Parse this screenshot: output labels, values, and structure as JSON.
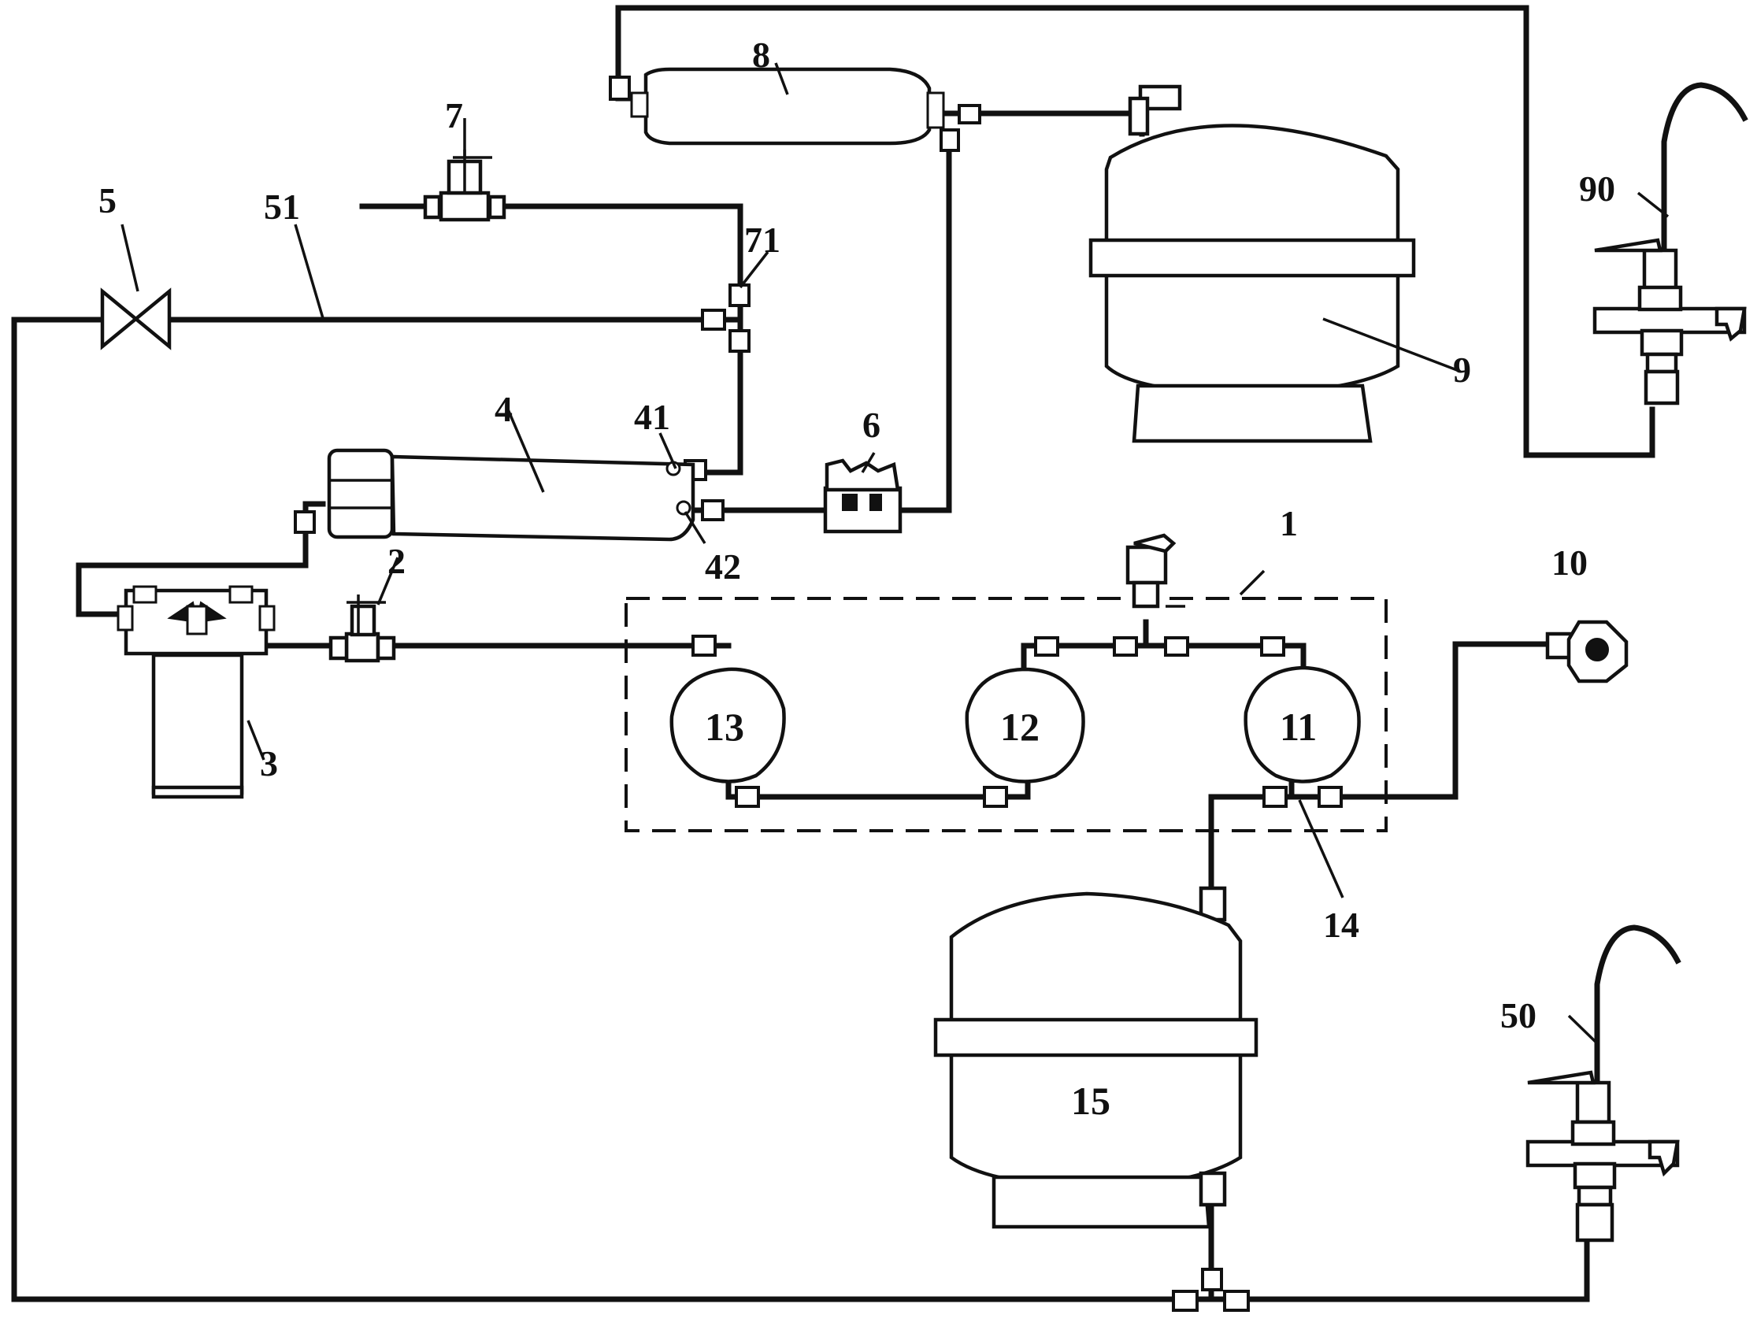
{
  "labels": {
    "l1": "1",
    "l2": "2",
    "l3": "3",
    "l4": "4",
    "l41": "41",
    "l42": "42",
    "l5": "5",
    "l51": "51",
    "l6": "6",
    "l7": "7",
    "l71": "71",
    "l8": "8",
    "l9": "9",
    "l90": "90",
    "l10": "10",
    "l11": "11",
    "l12": "12",
    "l13": "13",
    "l14": "14",
    "l15": "15",
    "l50": "50"
  },
  "colors": {
    "ink": "#111111",
    "paper": "#ffffff"
  }
}
